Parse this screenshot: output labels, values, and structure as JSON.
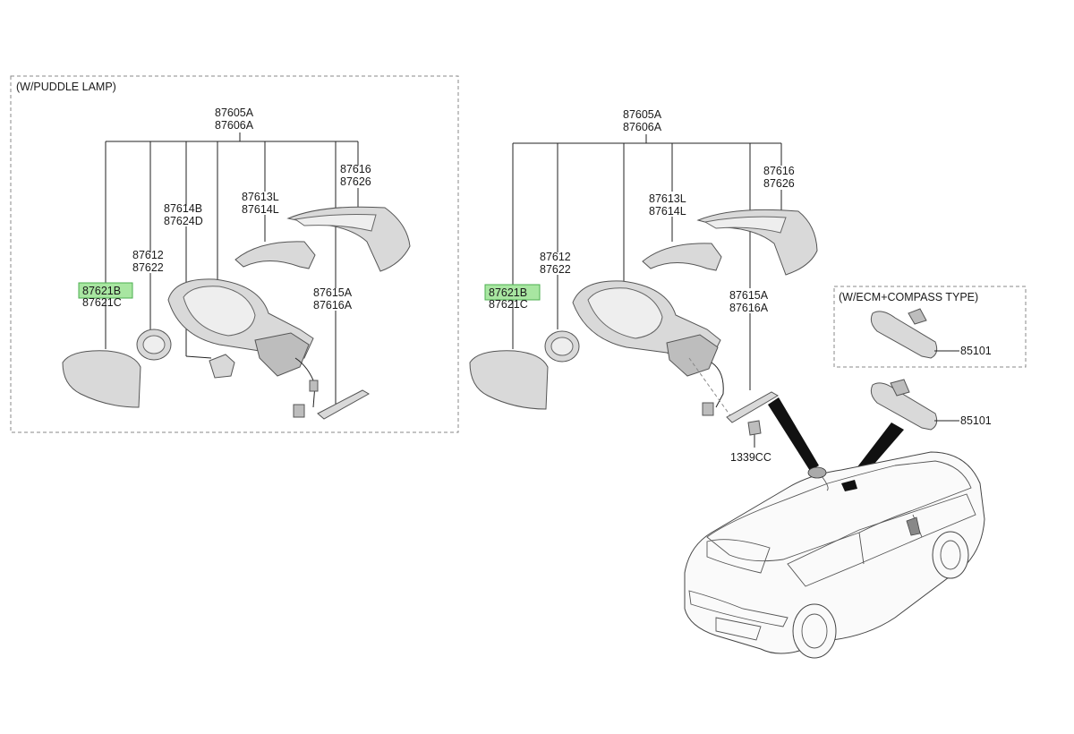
{
  "left_group": {
    "title": "(W/PUDDLE LAMP)",
    "assembly": [
      "87605A",
      "87606A"
    ],
    "cover": [
      "87616",
      "87626"
    ],
    "trim": [
      "87613L",
      "87614L"
    ],
    "puddle": [
      "87614B",
      "87624D"
    ],
    "actuator": [
      "87612",
      "87622"
    ],
    "glass": [
      "87621B",
      "87621C"
    ],
    "repeater": [
      "87615A",
      "87616A"
    ]
  },
  "right_group": {
    "assembly": [
      "87605A",
      "87606A"
    ],
    "cover": [
      "87616",
      "87626"
    ],
    "trim": [
      "87613L",
      "87614L"
    ],
    "actuator": [
      "87612",
      "87622"
    ],
    "glass": [
      "87621B",
      "87621C"
    ],
    "repeater": [
      "87615A",
      "87616A"
    ],
    "bolt": "1339CC"
  },
  "inner_mirror": {
    "title": "(W/ECM+COMPASS TYPE)",
    "ecm_part": "85101",
    "std_part": "85101"
  },
  "colors": {
    "highlight_fill": "#a8e6a1",
    "highlight_stroke": "#4caf50"
  }
}
